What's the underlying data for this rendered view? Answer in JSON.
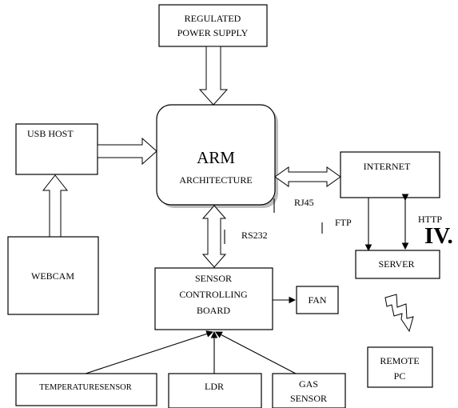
{
  "blocks": {
    "power": {
      "line1": "REGULATED",
      "line2": "POWER SUPPLY"
    },
    "arm": {
      "line1": "ARM",
      "line2": "ARCHITECTURE"
    },
    "usb": "USB HOST",
    "webcam": "WEBCAM",
    "internet": "INTERNET",
    "server": "SERVER",
    "sensor_board": {
      "line1": "SENSOR",
      "line2": "CONTROLLING",
      "line3": "BOARD"
    },
    "fan": "FAN",
    "temperature": "TEMPERATURESENSOR",
    "ldr": "LDR",
    "gas": {
      "line1": "GAS",
      "line2": "SENSOR"
    },
    "remote_pc": {
      "line1": "REMOTE",
      "line2": "PC"
    }
  },
  "connections": {
    "rj45": "RJ45",
    "rs232": "RS232",
    "ftp": "FTP",
    "http": "HTTP"
  },
  "section_heading": "IV."
}
